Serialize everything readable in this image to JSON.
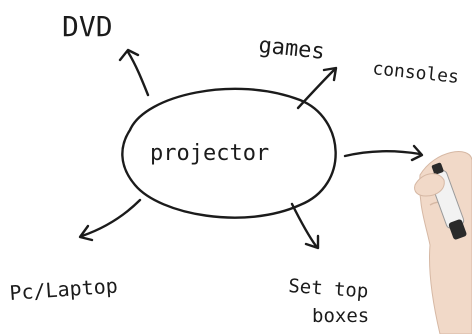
{
  "diagram": {
    "center": {
      "label": "projector"
    },
    "branches": [
      {
        "id": "dvd",
        "label": "DVD"
      },
      {
        "id": "games",
        "label": "games",
        "label2": "consoles"
      },
      {
        "id": "pc",
        "label": "Pc/Laptop"
      },
      {
        "id": "settop",
        "label": "Set top",
        "label2": "boxes"
      }
    ]
  },
  "colors": {
    "ink": "#1b1b1b",
    "marker_body": "#f2f2f2",
    "marker_tip": "#2a2a2a",
    "skin": "#f1d9c8"
  },
  "icons": {
    "hand": "hand-holding-marker-icon"
  }
}
